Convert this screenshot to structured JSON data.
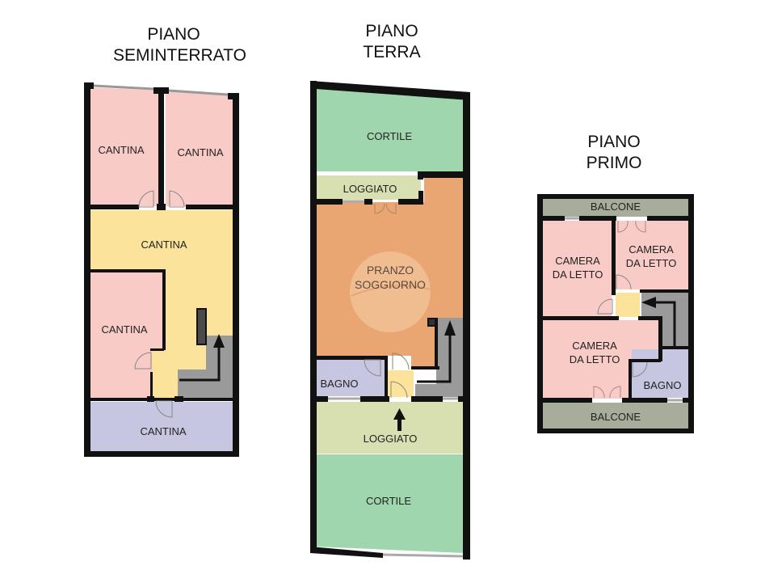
{
  "floors": [
    {
      "title_line1": "PIANO",
      "title_line2": "SEMINTERRATO",
      "rooms": [
        {
          "label": "CANTINA",
          "color": "#f8cbc6"
        },
        {
          "label": "CANTINA",
          "color": "#f8cbc6"
        },
        {
          "label": "CANTINA",
          "color": "#fbe39c"
        },
        {
          "label": "CANTINA",
          "color": "#f8cbc6"
        },
        {
          "label": "CANTINA",
          "color": "#c6c6e0"
        }
      ]
    },
    {
      "title_line1": "PIANO",
      "title_line2": "TERRA",
      "rooms": [
        {
          "label": "CORTILE",
          "color": "#9fd6ad"
        },
        {
          "label": "LOGGIATO",
          "color": "#d8dfb1"
        },
        {
          "label_line1": "PRANZO",
          "label_line2": "SOGGIORNO",
          "color": "#e9a673"
        },
        {
          "label": "BAGNO",
          "color": "#c6c6e0"
        },
        {
          "label": "LOGGIATO",
          "color": "#d8dfb1"
        },
        {
          "label": "CORTILE",
          "color": "#9fd6ad"
        }
      ]
    },
    {
      "title_line1": "PIANO",
      "title_line2": "PRIMO",
      "rooms": [
        {
          "label": "BALCONE",
          "color": "#a7ad9a"
        },
        {
          "label_line1": "CAMERA",
          "label_line2": "DA LETTO",
          "color": "#f8cbc6"
        },
        {
          "label_line1": "CAMERA",
          "label_line2": "DA LETTO",
          "color": "#f8cbc6"
        },
        {
          "label_line1": "CAMERA",
          "label_line2": "DA LETTO",
          "color": "#f8cbc6"
        },
        {
          "label": "BAGNO",
          "color": "#c6c6e0"
        },
        {
          "label": "BALCONE",
          "color": "#a7ad9a"
        }
      ]
    }
  ],
  "colors": {
    "wall": "#111111",
    "stairs": "#9a9a9a",
    "landing": "#fbe39c"
  }
}
